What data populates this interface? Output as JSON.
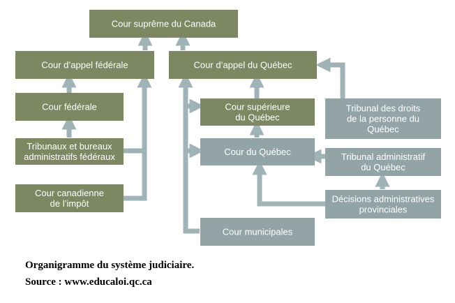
{
  "colors": {
    "green": "#7d8762",
    "gray": "#93a4a7",
    "arrow": "#a0b3b6"
  },
  "nodes": {
    "supreme": {
      "lines": [
        "Cour suprême du Canada"
      ]
    },
    "federal_appeal": {
      "lines": [
        "Cour d’appel fédérale"
      ]
    },
    "quebec_appeal": {
      "lines": [
        "Cour d’appel du Québec"
      ]
    },
    "federal": {
      "lines": [
        "Cour fédérale"
      ]
    },
    "federal_tribunals": {
      "lines": [
        "Tribunaux et bureaux",
        "administratifs fédéraux"
      ]
    },
    "tax": {
      "lines": [
        "Cour canadienne",
        "de l’impôt"
      ]
    },
    "quebec_superior": {
      "lines": [
        "Cour supérieure",
        "du Québec"
      ]
    },
    "quebec_court": {
      "lines": [
        "Cour du Québec"
      ]
    },
    "municipal": {
      "lines": [
        "Cour municipales"
      ]
    },
    "rights_tribunal": {
      "lines": [
        "Tribunal des droits",
        "de la personne du",
        "Québec"
      ]
    },
    "admin_tribunal": {
      "lines": [
        "Tribunal administratif",
        "du Québec"
      ]
    },
    "admin_decisions": {
      "lines": [
        "Décisions administratives",
        "provinciales"
      ]
    }
  },
  "caption": {
    "line1": "Organigramme du système judiciaire.",
    "line2": "Source : www.educaloi.qc.ca"
  }
}
